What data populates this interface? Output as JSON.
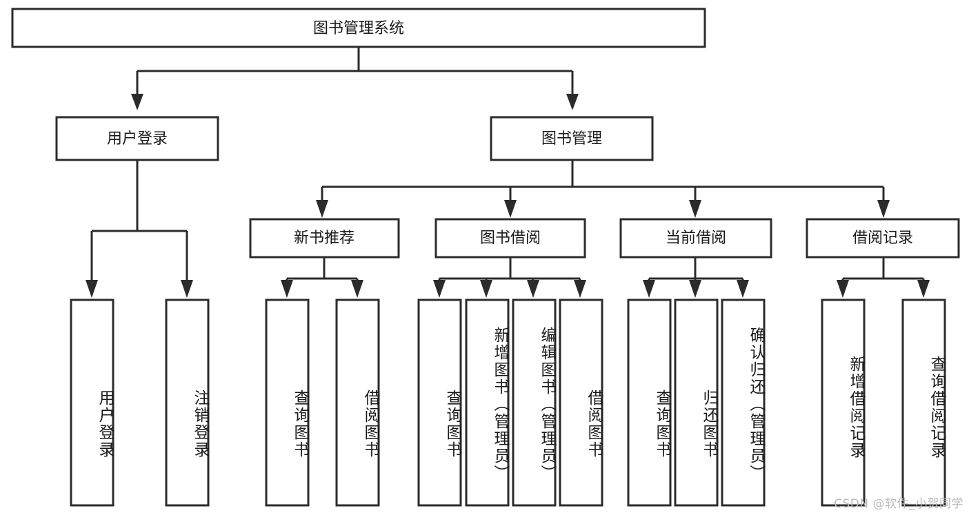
{
  "diagram": {
    "type": "tree-hierarchy",
    "title": "图书管理系统",
    "watermark": "CSDN @软件_小贺同学",
    "colors": {
      "box_stroke": "#2b2b2b",
      "box_fill": "#ffffff",
      "text": "#1b1b1b",
      "background": "#ffffff",
      "watermark": "#b9b9b9"
    },
    "root": {
      "label": "图书管理系统"
    },
    "level1": [
      {
        "label": "用户登录"
      },
      {
        "label": "图书管理"
      }
    ],
    "level2": [
      {
        "label": "新书推荐"
      },
      {
        "label": "图书借阅"
      },
      {
        "label": "当前借阅"
      },
      {
        "label": "借阅记录"
      }
    ],
    "leaves": {
      "user_login": [
        {
          "label": "用户登录"
        },
        {
          "label": "注销登录"
        }
      ],
      "new_book_recommend": [
        {
          "label": "查询图书"
        },
        {
          "label": "借阅图书"
        }
      ],
      "book_borrow": [
        {
          "label": "查询图书"
        },
        {
          "label": "新增图书（管理员）"
        },
        {
          "label": "编辑图书（管理员）"
        },
        {
          "label": "借阅图书"
        }
      ],
      "current_borrow": [
        {
          "label": "查询图书"
        },
        {
          "label": "归还图书"
        },
        {
          "label": "确认归还（管理员）"
        }
      ],
      "borrow_record": [
        {
          "label": "新增借阅记录"
        },
        {
          "label": "查询借阅记录"
        }
      ]
    }
  }
}
